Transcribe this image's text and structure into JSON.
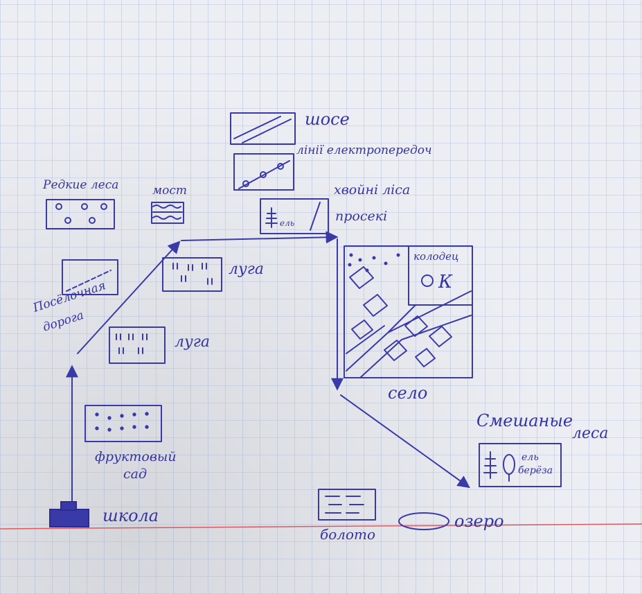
{
  "labels": {
    "highway": "шосе",
    "power_lines": "лінії електропередоч",
    "conifer_forest": "хвойні ліса",
    "clearings": "просекі",
    "spruce": "ель",
    "sparse_forest": "Редкие леса",
    "bridge": "мост",
    "village_road_line1": "Посёлочная",
    "village_road_line2": "дорога",
    "meadow_1": "луга",
    "meadow_2": "луга",
    "well": "колодец",
    "well_symbol": "К",
    "village": "село",
    "orchard_line1": "фруктовый",
    "orchard_line2": "сад",
    "mixed_forest_line1": "Смешаные",
    "mixed_forest_line2": "леса",
    "birch": "берёза",
    "school": "школа",
    "swamp": "болото",
    "lake": "озеро"
  },
  "colors": {
    "ink": "#3a39a8",
    "paper": "#eceef4",
    "grid": "#96aad7",
    "margin_line": "#e0585a"
  }
}
